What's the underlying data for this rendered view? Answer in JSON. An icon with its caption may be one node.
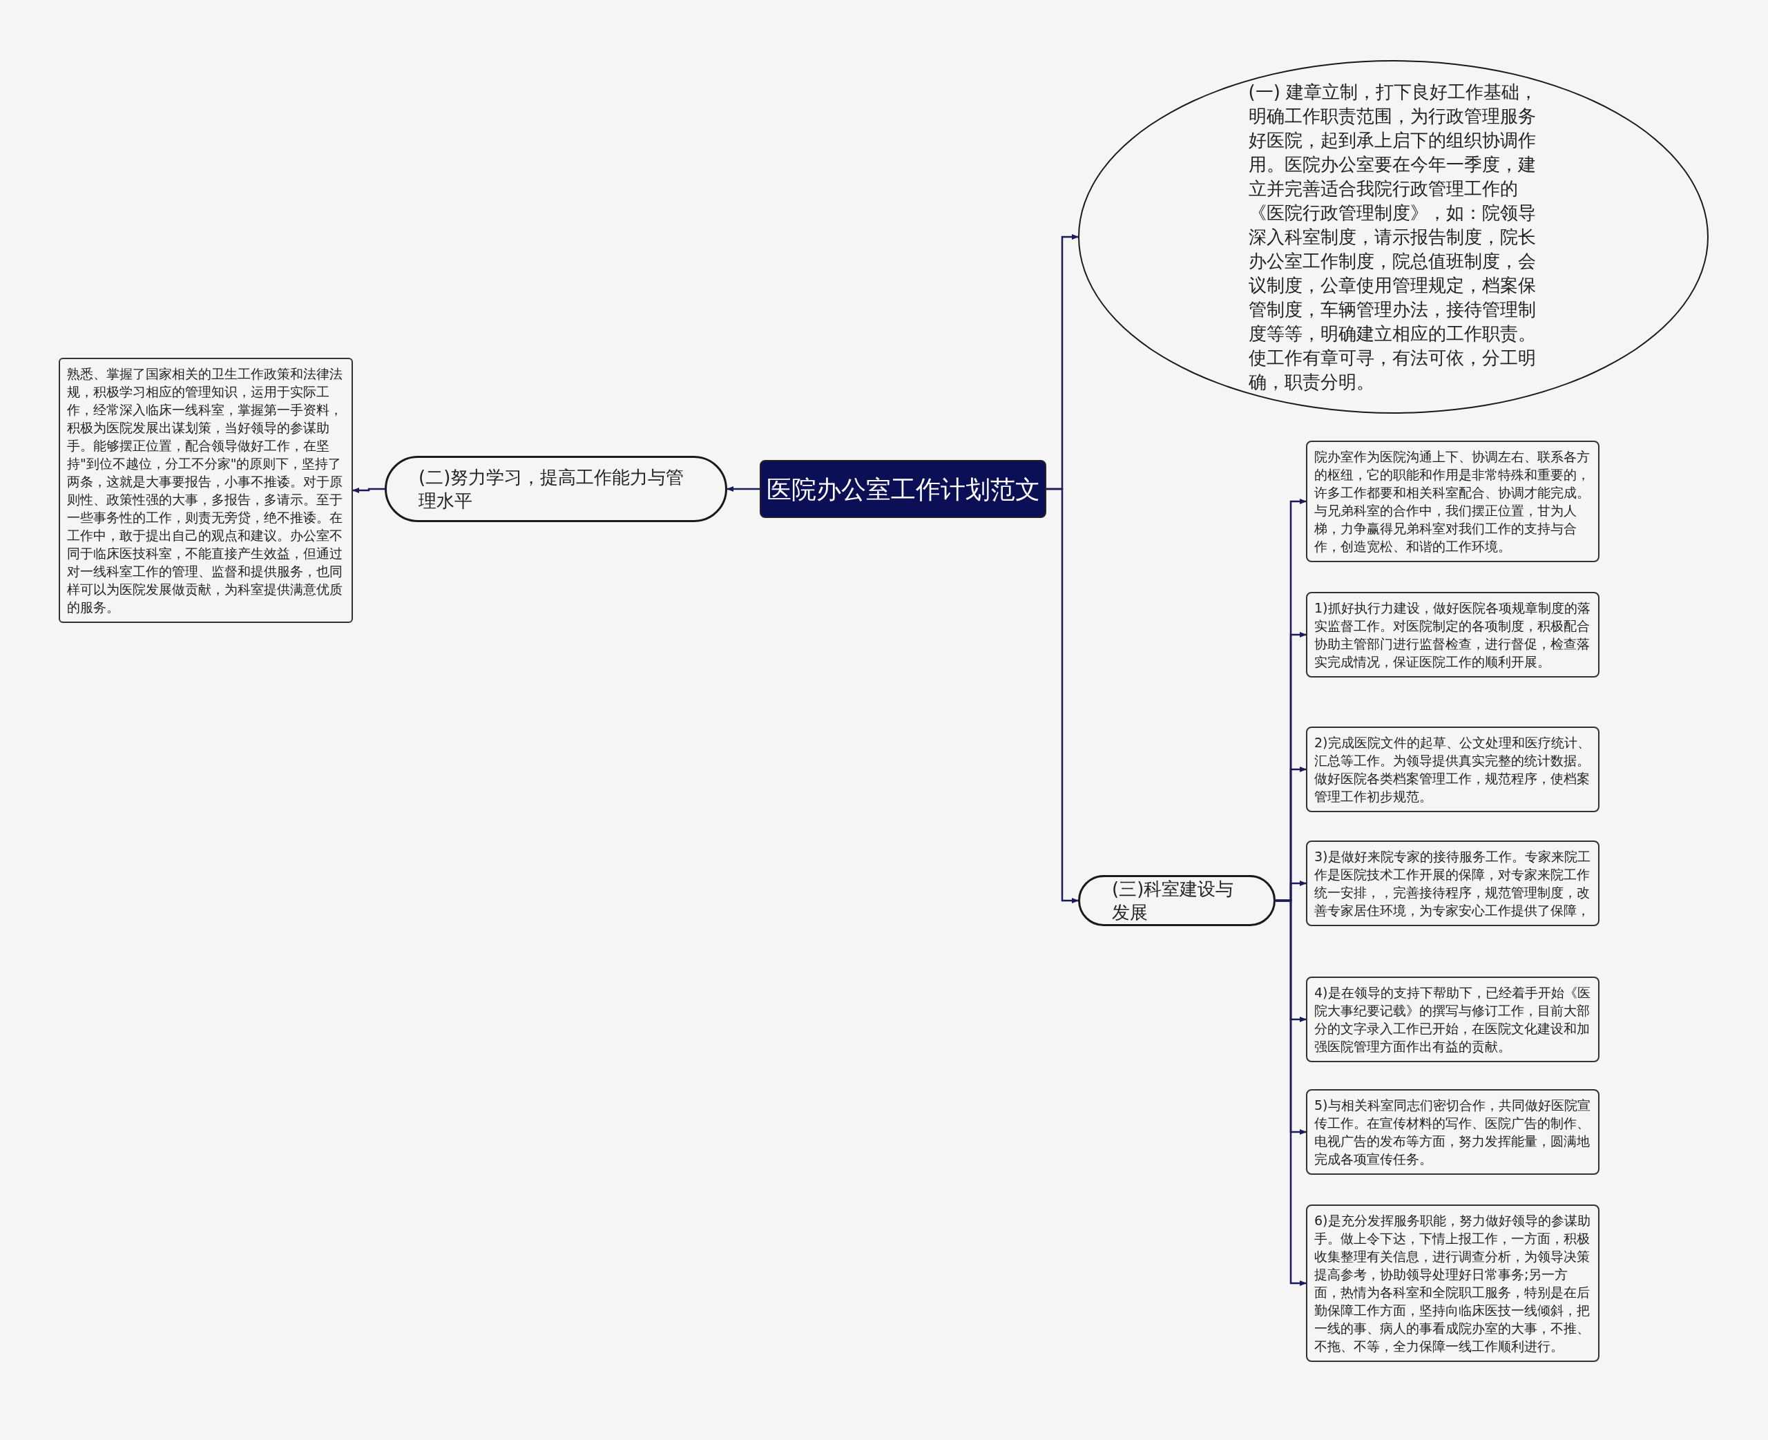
{
  "diagram": {
    "nodes": [
      {
        "text": [
          "医院办公室工作计划范文"
        ]
      },
      {
        "text": [
          "(一) 建章立制，打下良好工作基础，明确工作职责范围，为行政管理服务好医院，起到承上启下的组织协调作用。医院办公室要在今年一季度，建立并完善适合我院行政管理工作的《医院行政管理制度》，如：院领导深入科室制度，请示报告制度，院长办公室工作制度，院总值班制度，会议制度，公章使用管理规定，档案保管制度，车辆管理办法，接待管理制度等等，明确建立相应的工作职责。使工作有章可寻，有法可依，分工明确，职责分明。"
        ]
      },
      {
        "text": [
          "(二)努力学习，提高工作能力与管理水平"
        ]
      },
      {
        "text": [
          "熟悉、掌握了国家相关的卫生工作政策和法律法规，积极学习相应的管理知识，运用于实际工作，经常深入临床一线科室，掌握第一手资料，积极为医院发展出谋划策，当好领导的参谋助手。能够摆正位置，配合领导做好工作，在坚持\"到位不越位，分工不分家\"的原则下，坚持了两条，这就是大事要报告，小事不推诿。对于原则性、政策性强的大事，多报告，多请示。至于一些事务性的工作，则责无旁贷，绝不推诿。在工作中，敢于提出自己的观点和建议。办公室不同于临床医技科室，不能直接产生效益，但通过对一线科室工作的管理、监督和提供服务，也同样可以为医院发展做贡献，为科室提供满意优质的服务。"
        ]
      },
      {
        "text": [
          "(三)科室建设与发展"
        ]
      },
      {
        "text": [
          "院办室作为医院沟通上下、协调左右、联系各方的枢纽，它的职能和作用是非常特殊和重要的，许多工作都要和相关科室配合、协调才能完成。与兄弟科室的合作中，我们摆正位置，甘为人梯，力争赢得兄弟科室对我们工作的支持与合作，创造宽松、和谐的工作环境。"
        ]
      },
      {
        "text": [
          "1)抓好执行力建设，做好医院各项规章制度的落实监督工作。对医院制定的各项制度，积极配合协助主管部门进行监督检查，进行督促，检查落实完成情况，保证医院工作的顺利开展。"
        ]
      },
      {
        "text": [
          "2)完成医院文件的起草、公文处理和医疗统计、汇总等工作。为领导提供真实完整的统计数据。做好医院各类档案管理工作，规范程序，使档案管理工作初步规范。"
        ]
      },
      {
        "text": [
          "3)是做好来院专家的接待服务工作。专家来院工作是医院技术工作开展的保障，对专家来院工作统一安排，，完善接待程序，规范管理制度，改善专家居住环境，为专家安心工作提供了保障，"
        ]
      },
      {
        "text": [
          "4)是在领导的支持下帮助下，已经着手开始《医院大事纪要记载》的撰写与修订工作，目前大部分的文字录入工作已开始，在医院文化建设和加强医院管理方面作出有益的贡献。"
        ]
      },
      {
        "text": [
          "5)与相关科室同志们密切合作，共同做好医院宣传工作。在宣传材料的写作、医院广告的制作、电视广告的发布等方面，努力发挥能量，圆满地完成各项宣传任务。"
        ]
      },
      {
        "text": [
          "6)是充分发挥服务职能，努力做好领导的参谋助手。做上令下达，下情上报工作，一方面，积极收集整理有关信息，进行调查分析，为领导决策提高参考，协助领导处理好日常事务;另一方面，热情为各科室和全院职工服务，特别是在后勤保障工作方面，坚持向临床医技一线倾斜，把一线的事、病人的事看成院办室的大事，不推、不拖、不等，全力保障一线工作顺利进行。"
        ]
      }
    ],
    "edges": [
      {
        "from": 0,
        "to": 1,
        "arrow": "to"
      },
      {
        "from": 0,
        "to": 2,
        "arrow": "to"
      },
      {
        "from": 0,
        "to": 4,
        "arrow": "to"
      },
      {
        "from": 2,
        "to": 3,
        "arrow": "to"
      },
      {
        "from": 4,
        "to": 5,
        "arrow": "to"
      },
      {
        "from": 4,
        "to": 6,
        "arrow": "to"
      },
      {
        "from": 4,
        "to": 7,
        "arrow": "to"
      },
      {
        "from": 4,
        "to": 8,
        "arrow": "to"
      },
      {
        "from": 4,
        "to": 9,
        "arrow": "to"
      },
      {
        "from": 4,
        "to": 10,
        "arrow": "to"
      },
      {
        "from": 4,
        "to": 11,
        "arrow": "to"
      }
    ]
  }
}
